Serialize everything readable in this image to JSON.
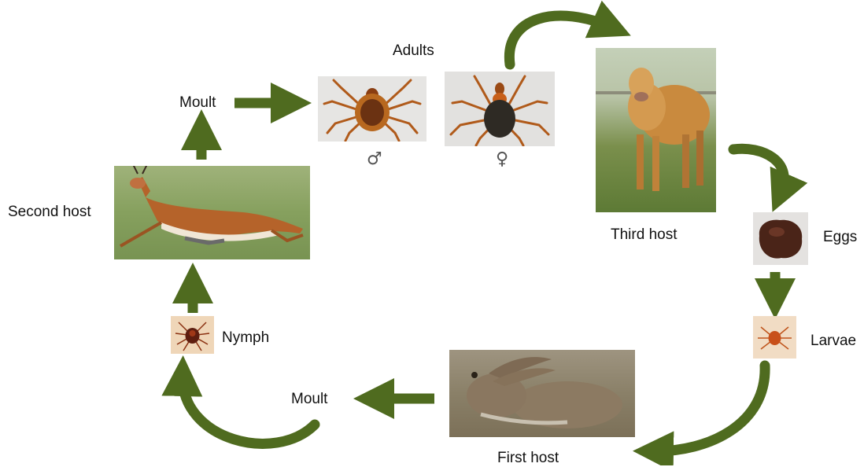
{
  "labels": {
    "adults": "Adults",
    "moult_top": "Moult",
    "second_host": "Second host",
    "third_host": "Third host",
    "eggs": "Eggs",
    "larvae": "Larvae",
    "nymph": "Nymph",
    "moult_bottom": "Moult",
    "first_host": "First host",
    "male_symbol": "♂",
    "female_symbol": "♀"
  },
  "colors": {
    "arrow": "#4f6b1f",
    "tick_body": "#b05a1a",
    "tick_dark": "#3a2a1e"
  }
}
